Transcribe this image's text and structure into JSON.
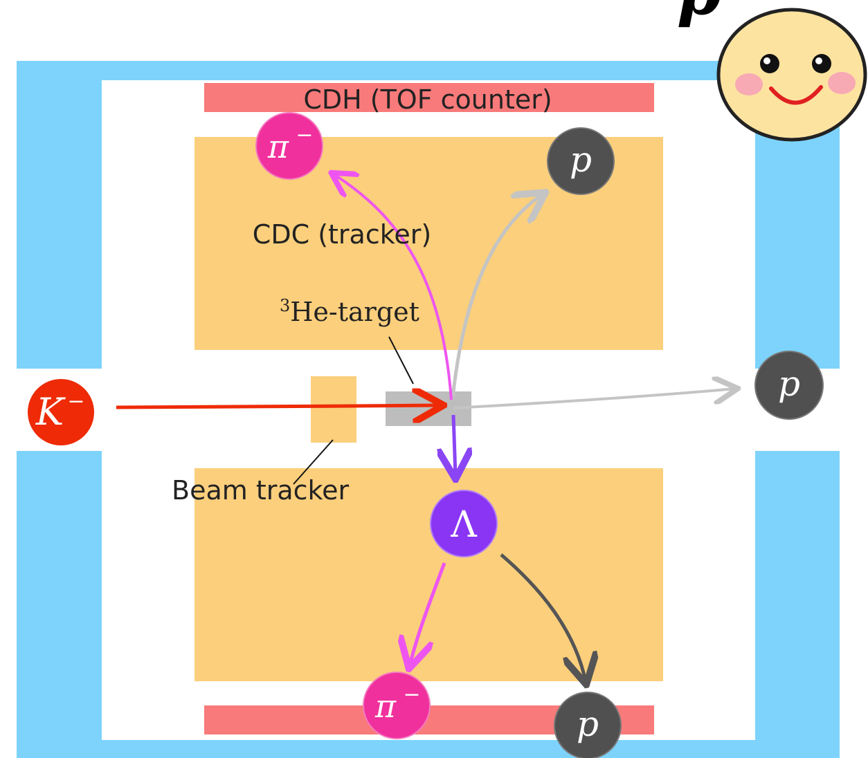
{
  "title_fragment": "p",
  "labels": {
    "cdh": "CDH (TOF counter)",
    "cdc": "CDC (tracker)",
    "target_sup": "3",
    "target": "He-target",
    "beam_tracker": "Beam tracker"
  },
  "particles": {
    "kaon": {
      "symbol": "K",
      "charge": "−"
    },
    "pion_top": {
      "symbol": "π",
      "charge": "−"
    },
    "proton_top": {
      "symbol": "p"
    },
    "proton_right": {
      "symbol": "p"
    },
    "lambda": {
      "symbol": "Λ"
    },
    "pion_bottom": {
      "symbol": "π",
      "charge": "−"
    },
    "proton_bottom": {
      "symbol": "p"
    }
  },
  "colors": {
    "magnet": "#7dd3fb",
    "cdc": "#fbcf7c",
    "cdh": "#f97a7a",
    "target": "#bdbdbd",
    "kaon": "#ee2b06",
    "pion": "#f0309c",
    "proton": "#505050",
    "lambda": "#8a35f4",
    "track_pion": "#ee55f0",
    "track_proton": "#c4c4c4",
    "track_lambda": "#8a45f4",
    "track_dark": "#555555",
    "smiley_face": "#fde3a0"
  }
}
